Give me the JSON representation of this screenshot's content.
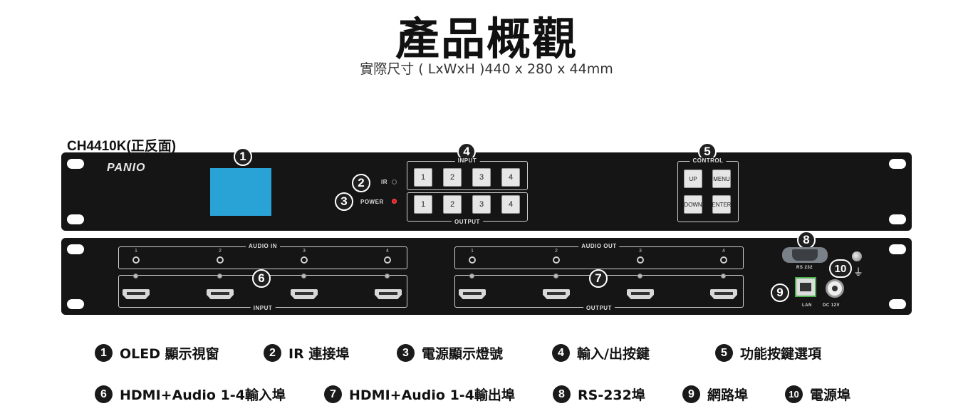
{
  "header": {
    "title": "產品概觀",
    "subtitle": "實際尺寸 ( LxWxH )440 x 280 x 44mm"
  },
  "model_label": "CH4410K(正反面)",
  "front": {
    "logo": "PANIO",
    "ir_label": "IR",
    "power_label": "POWER",
    "input_group": "INPUT",
    "output_group": "OUTPUT",
    "control_group": "CONTROL",
    "input_keys": [
      "1",
      "2",
      "3",
      "4"
    ],
    "output_keys": [
      "1",
      "2",
      "3",
      "4"
    ],
    "control_keys": [
      "UP",
      "MENU",
      "DOWN",
      "ENTER"
    ],
    "screen_color": "#29a3d6",
    "power_led_color": "#e02020"
  },
  "rear": {
    "audio_in": "AUDIO IN",
    "audio_out": "AUDIO OUT",
    "input": "INPUT",
    "output": "OUTPUT",
    "port_numbers": [
      "1",
      "2",
      "3",
      "4"
    ],
    "rs232": "RS 232",
    "lan": "LAN",
    "dc": "DC 12V",
    "lan_color": "#4caf50"
  },
  "badges": [
    "1",
    "2",
    "3",
    "4",
    "5",
    "6",
    "7",
    "8",
    "9",
    "10"
  ],
  "legend": [
    {
      "num": "1",
      "text": "OLED  顯示視窗"
    },
    {
      "num": "2",
      "text": "IR 連接埠"
    },
    {
      "num": "3",
      "text": "電源顯示燈號"
    },
    {
      "num": "4",
      "text": "輸入/出按鍵"
    },
    {
      "num": "5",
      "text": "功能按鍵選項"
    },
    {
      "num": "6",
      "text": "HDMI+Audio 1-4輸入埠"
    },
    {
      "num": "7",
      "text": "HDMI+Audio 1-4輸出埠"
    },
    {
      "num": "8",
      "text": "RS-232埠"
    },
    {
      "num": "9",
      "text": "網路埠"
    },
    {
      "num": "10",
      "text": "電源埠"
    }
  ]
}
